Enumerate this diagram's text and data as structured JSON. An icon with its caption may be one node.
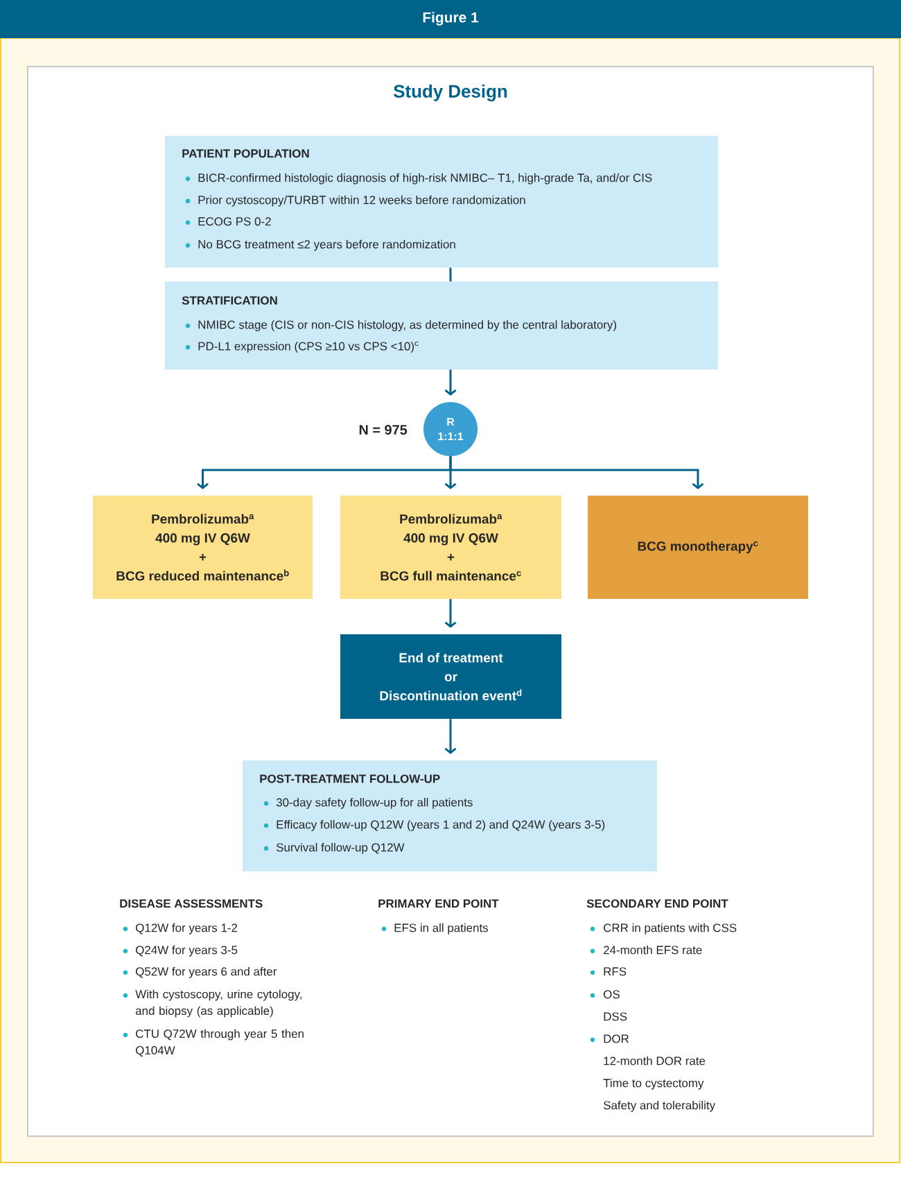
{
  "diagram": {
    "title": "Study Design",
    "nodes": [
      {
        "text": [
          "PATIENT POPULATION",
          "BICR-confirmed histologic diagnosis of high-risk NMIBC– T1, high-grade Ta, and/or CIS",
          "Prior cystoscopy/TURBT within 12 weeks before randomization",
          "ECOG PS 0-2",
          "No BCG treatment ≤2 years before randomization"
        ]
      },
      {
        "text": [
          "STRATIFICATION",
          "NMIBC stage (CIS or non-CIS histology, as determined by the central laboratory)",
          "PD-L1 expression (CPS ≥10 vs CPS <10)$^{c}$"
        ]
      },
      {
        "text": [
          "R",
          "1:1:1"
        ],
        "beside": [
          "N = 975"
        ]
      },
      {
        "text": [
          "Pembrolizumab$^{a}$",
          "400 mg IV Q6W",
          "+",
          "BCG reduced maintenance$^{b}$"
        ]
      },
      {
        "text": [
          "Pembrolizumab$^{a}$",
          "400 mg IV Q6W",
          "+",
          "BCG full maintenance$^{c}$"
        ]
      },
      {
        "text": [
          "BCG monotherapy$^{c}$"
        ]
      },
      {
        "text": [
          "End of treatment",
          "or",
          "Discontinuation event$^{d}$"
        ]
      },
      {
        "text": [
          "POST-TREATMENT FOLLOW-UP",
          "30-day safety follow-up for all patients",
          "Efficacy follow-up Q12W (years 1 and 2) and Q24W (years 3-5)",
          "Survival follow-up Q12W"
        ]
      }
    ],
    "edges": [
      {
        "from": 0,
        "to": 1,
        "arrow": "none"
      },
      {
        "from": 1,
        "to": 2,
        "arrow": "to"
      },
      {
        "from": 2,
        "to": 3,
        "arrow": "to"
      },
      {
        "from": 2,
        "to": 4,
        "arrow": "to"
      },
      {
        "from": 2,
        "to": 5,
        "arrow": "to"
      },
      {
        "from": 4,
        "to": 6,
        "arrow": "to"
      },
      {
        "from": 6,
        "to": 7,
        "arrow": "to"
      }
    ],
    "labels": [
      "Figure 1",
      "DISEASE ASSESSMENTS",
      "Q12W for years 1-2",
      "Q24W for years 3-5",
      "Q52W for years 6 and after",
      "With cystoscopy, urine cytology, and biopsy (as applicable)",
      "CTU Q72W through year 5 then Q104W",
      "PRIMARY END POINT",
      "EFS in all patients",
      "SECONDARY END POINT",
      "CRR in patients with CSS",
      "24-month EFS rate",
      "RFS",
      "OS",
      "DSS",
      "DOR",
      "12-month DOR rate",
      "Time to cystectomy",
      "Safety and tolerability"
    ]
  }
}
